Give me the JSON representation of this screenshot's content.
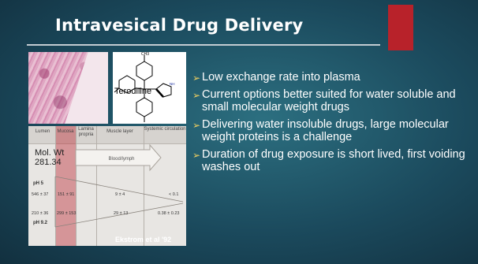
{
  "slide": {
    "title": "Intravesical Drug Delivery",
    "accent_color": "#b8222a",
    "background_color": "#1f5366"
  },
  "figure": {
    "molecule_label": "Terodiline",
    "substituent_label": "CH3",
    "diagram": {
      "columns": [
        "Lumen",
        "Mucosa",
        "Lamina propria",
        "Muscle layer",
        "Systemic circulation"
      ],
      "mol_wt_label": "Mol. Wt",
      "mol_wt_value": "281.34",
      "arrow_label": "Blood/lymph",
      "ph5_label": "pH 5",
      "ph5_values": [
        "546 ± 37",
        "151 ± 91",
        "9 ± 4",
        "< 0.1"
      ],
      "ph92_label": "pH 9.2",
      "ph92_values": [
        "210 ± 36",
        "299 ± 153",
        "29 ± 13",
        "0.38 ± 0.23"
      ],
      "citation": "Ekstrom et al '92"
    }
  },
  "bullets": [
    "Low exchange rate into plasma",
    "Current options better suited for water soluble and small molecular weight drugs",
    "Delivering water insoluble drugs, large molecular weight proteins is a challenge",
    "Duration of drug exposure is short lived, first voiding washes out"
  ]
}
